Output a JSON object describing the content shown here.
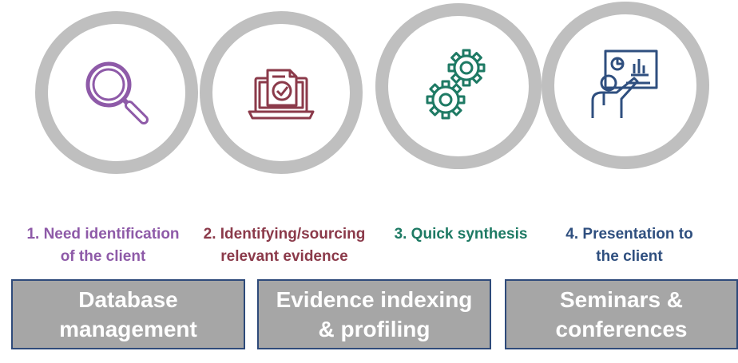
{
  "steps": [
    {
      "lines": [
        "1. Need identification",
        "of the client"
      ],
      "color": "#8e5aa8",
      "icon": "magnifier-icon"
    },
    {
      "lines": [
        "2. Identifying/sourcing",
        "relevant evidence"
      ],
      "color": "#8b3a4a",
      "icon": "laptop-document-check-icon"
    },
    {
      "lines": [
        "3. Quick synthesis"
      ],
      "color": "#1e7a64",
      "icon": "gears-icon"
    },
    {
      "lines": [
        "4. Presentation to",
        "the client"
      ],
      "color": "#2f4f7f",
      "icon": "presenter-board-icon"
    }
  ],
  "boxes": [
    {
      "lines": [
        "Database",
        "management"
      ]
    },
    {
      "lines": [
        "Evidence indexing",
        "& profiling"
      ]
    },
    {
      "lines": [
        "Seminars &",
        "conferences"
      ]
    }
  ],
  "colors": {
    "ring": "#bfbfbf",
    "box_fill": "#a6a6a6",
    "box_border": "#2e4a7a"
  }
}
